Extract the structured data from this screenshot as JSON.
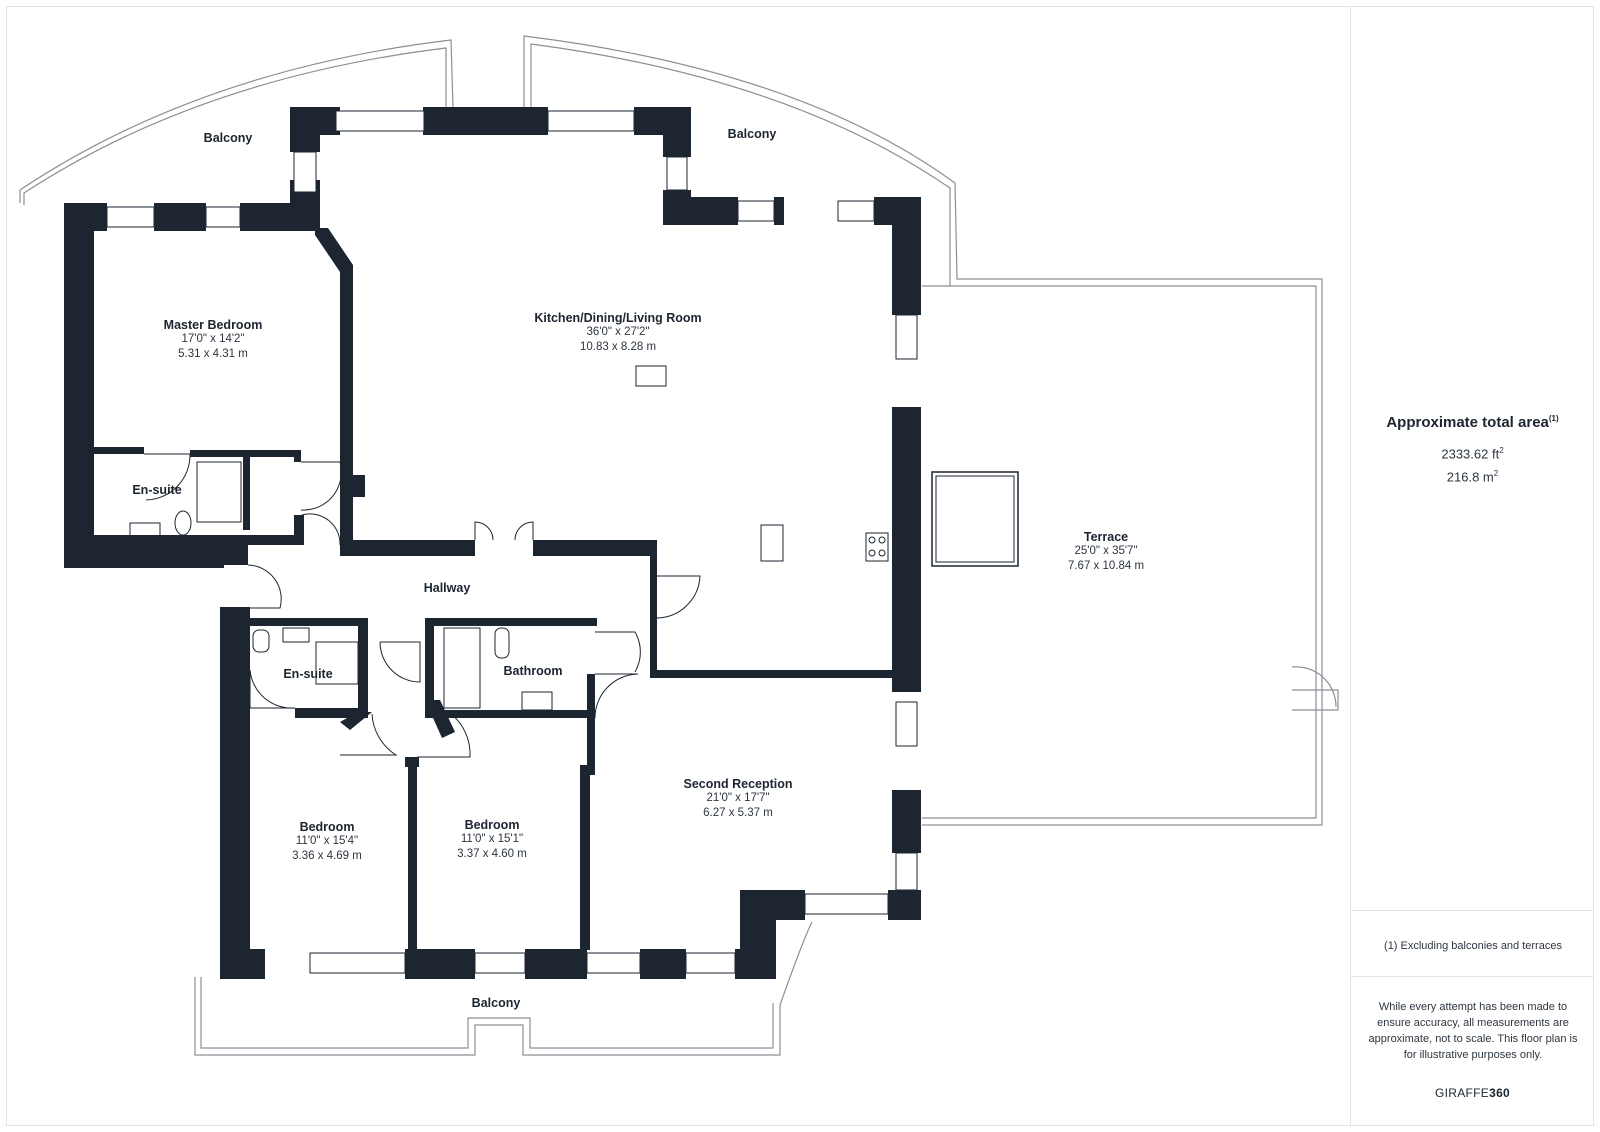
{
  "rooms": {
    "balcony_top_left": {
      "name": "Balcony"
    },
    "balcony_top_right": {
      "name": "Balcony"
    },
    "balcony_bottom": {
      "name": "Balcony"
    },
    "master_bedroom": {
      "name": "Master Bedroom",
      "imperial": "17'0\" x 14'2\"",
      "metric": "5.31 x 4.31 m"
    },
    "kitchen": {
      "name": "Kitchen/Dining/Living Room",
      "imperial": "36'0\" x 27'2\"",
      "metric": "10.83 x 8.28 m"
    },
    "terrace": {
      "name": "Terrace",
      "imperial": "25'0\" x 35'7\"",
      "metric": "7.67 x 10.84 m"
    },
    "ensuite_top": {
      "name": "En-suite"
    },
    "hallway": {
      "name": "Hallway"
    },
    "ensuite_bottom": {
      "name": "En-suite"
    },
    "bathroom": {
      "name": "Bathroom"
    },
    "second_reception": {
      "name": "Second Reception",
      "imperial": "21'0\" x 17'7\"",
      "metric": "6.27 x 5.37 m"
    },
    "bedroom_left": {
      "name": "Bedroom",
      "imperial": "11'0\" x 15'4\"",
      "metric": "3.36 x 4.69 m"
    },
    "bedroom_right": {
      "name": "Bedroom",
      "imperial": "11'0\" x 15'1\"",
      "metric": "3.37 x 4.60 m"
    }
  },
  "summary": {
    "title": "Approximate total area",
    "footnote_marker": "(1)",
    "area_imperial": "2333.62 ft",
    "area_metric": "216.8 m",
    "squared": "2",
    "exclusion_note": "(1) Excluding balconies and terraces",
    "disclaimer": "While every attempt has been made to ensure accuracy, all measurements are approximate, not to scale. This floor plan is for illustrative purposes only.",
    "brand_prefix": "GIRAFFE",
    "brand_suffix": "360"
  },
  "colors": {
    "wall": "#1c2530",
    "line": "#8a8f96",
    "window": "#ffffff"
  }
}
